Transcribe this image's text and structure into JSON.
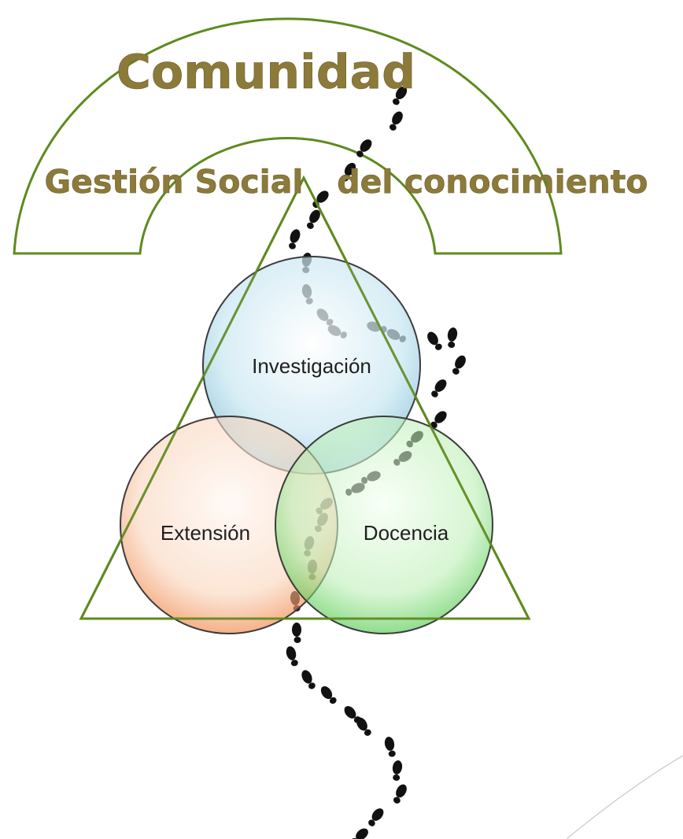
{
  "diagram": {
    "title": "Comunidad",
    "subtitle": "Gestión Social   del conocimiento",
    "circles": [
      {
        "id": "investigacion",
        "label": "Investigación",
        "color": "#bfe3f0",
        "edge": "#3c3c3c"
      },
      {
        "id": "extension",
        "label": "Extensión",
        "color": "#f7c9a8",
        "edge": "#3c3c3c"
      },
      {
        "id": "docencia",
        "label": "Docencia",
        "color": "#a9e8a0",
        "edge": "#3c3c3c"
      }
    ],
    "colors": {
      "outline_green": "#5f8a1e",
      "title_olive": "#8c7a3a",
      "footprints": "#111111"
    }
  }
}
